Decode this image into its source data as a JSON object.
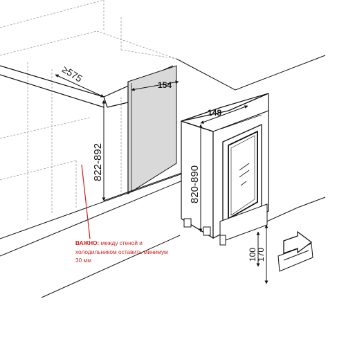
{
  "dimensions": {
    "niche_depth": "≥575",
    "niche_height": "822-892",
    "side_gap": "154",
    "unit_width": "148",
    "unit_height": "820-890",
    "plinth_height_a": "100",
    "plinth_height_b": "170"
  },
  "note": {
    "highlight": "ВАЖНО:",
    "text": " между стеной и холодильником оставить минимум 30 мм"
  },
  "colors": {
    "note_text": "#d21f1f",
    "leader_line": "#d21f1f",
    "line_dark": "#111111",
    "line_dashed": "#9a9a9a",
    "panel_fill": "#d9d9d9"
  },
  "icons": {
    "arrow": "arrow-right-icon"
  }
}
